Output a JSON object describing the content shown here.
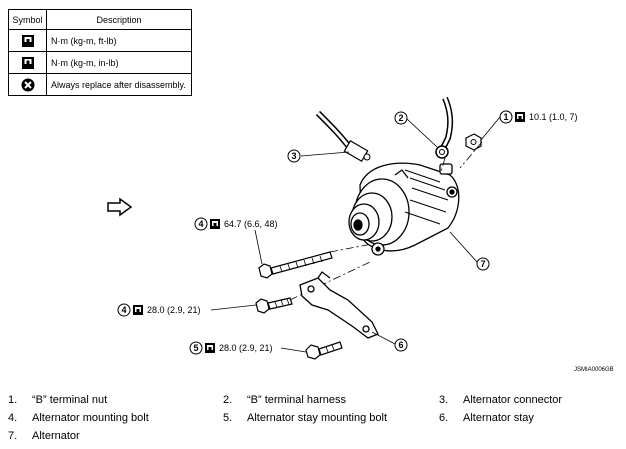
{
  "legend": {
    "header_symbol": "Symbol",
    "header_description": "Description",
    "rows": [
      {
        "icon": "torque-wrench-icon",
        "description": "N·m (kg-m, ft-lb)"
      },
      {
        "icon": "torque-wrench-inlb-icon",
        "description": "N·m (kg-m, in-lb)"
      },
      {
        "icon": "replace-x-icon",
        "description": "Always replace after disassembly."
      }
    ]
  },
  "callouts": [
    {
      "number": "1",
      "torque": "10.1 (1.0, 7)"
    },
    {
      "number": "2"
    },
    {
      "number": "3"
    },
    {
      "number": "4",
      "torque": "64.7 (6.6, 48)"
    },
    {
      "number": "4",
      "torque": "28.0 (2.9, 21)"
    },
    {
      "number": "5",
      "torque": "28.0 (2.9, 21)"
    },
    {
      "number": "6"
    },
    {
      "number": "7"
    }
  ],
  "figure_code": "JSMIA0006GB",
  "parts": [
    {
      "number": "1.",
      "name": "“B” terminal nut"
    },
    {
      "number": "2.",
      "name": "“B” terminal harness"
    },
    {
      "number": "3.",
      "name": "Alternator connector"
    },
    {
      "number": "4.",
      "name": "Alternator mounting bolt"
    },
    {
      "number": "5.",
      "name": "Alternator stay mounting bolt"
    },
    {
      "number": "6.",
      "name": "Alternator stay"
    },
    {
      "number": "7.",
      "name": "Alternator"
    }
  ]
}
